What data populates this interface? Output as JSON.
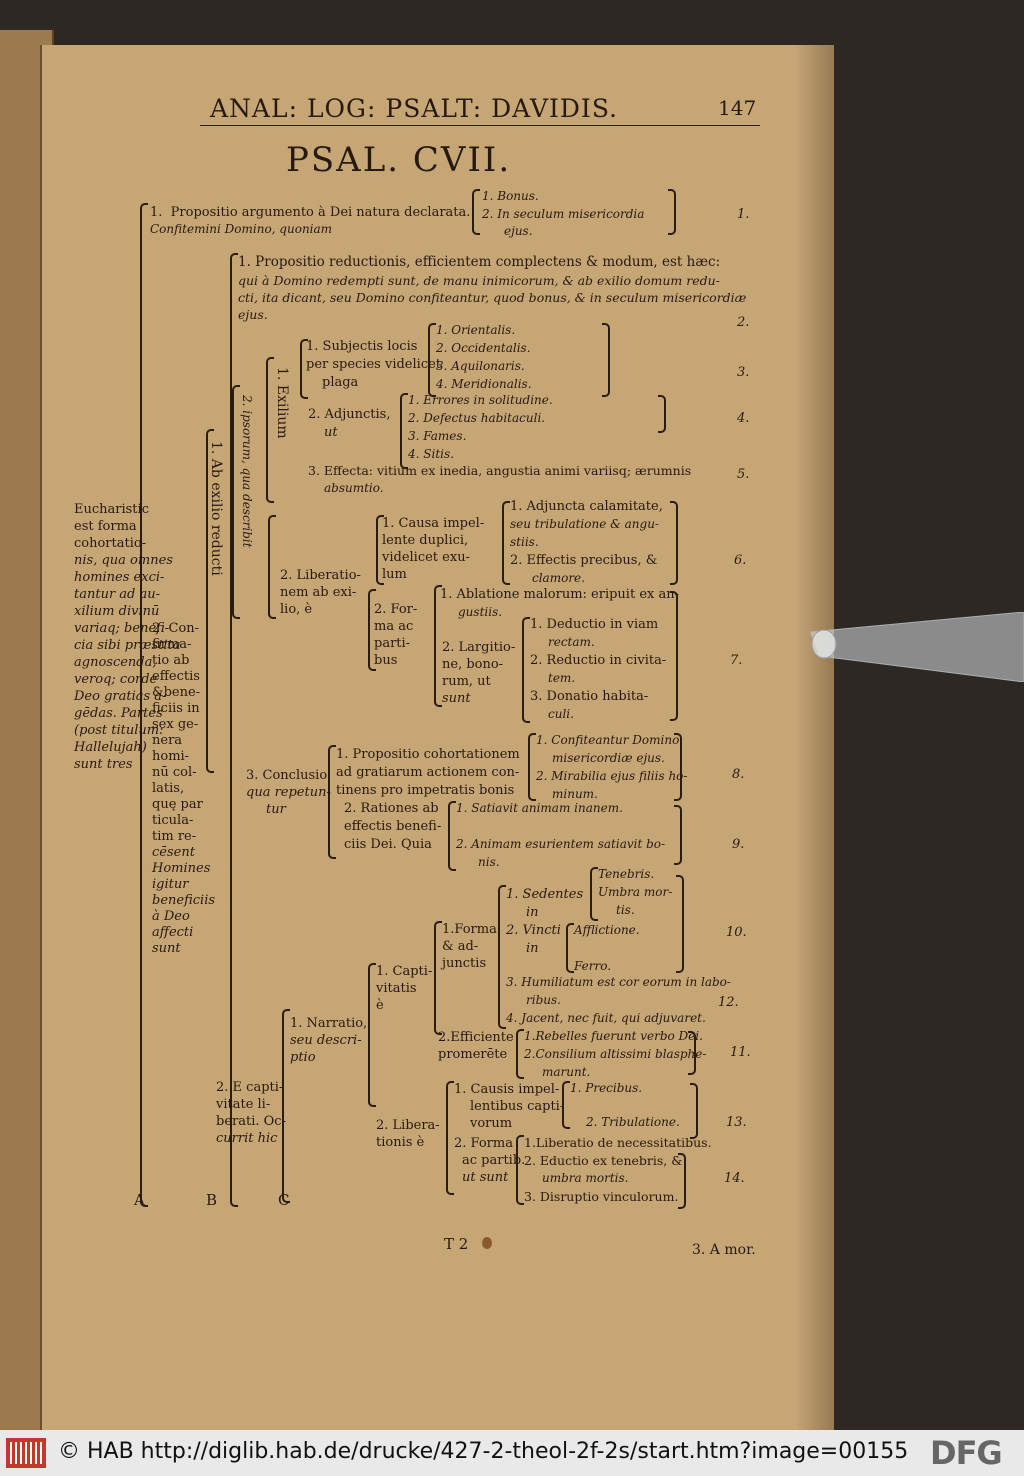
{
  "header": {
    "running_title": "ANAL: LOG: PSALT: DAVIDIS.",
    "page_number": "147",
    "psalm_title": "PSAL. CVII."
  },
  "section1": {
    "num": "1.",
    "text": "Propositio argumento à Dei natura declarata.",
    "sub": "Confitemini Domino, quoniam",
    "items": [
      "1.  Bonus.",
      "2.  In seculum misericordia",
      "ejus."
    ],
    "margin": "1."
  },
  "section2": {
    "line1": "1.  Propositio reductionis, efficientem complectens & modum, est hæc:",
    "line2": "qui à Domino redempti sunt, de manu inimicorum, & ab exilio domum redu-",
    "line3": "cti, ita dicant, seu Domino confiteantur, quod bonus, & in seculum misericordiæ",
    "line4": "ejus.",
    "margin": "2."
  },
  "vertical": {
    "ab_exilio": "1. Ab exilio reducti",
    "ipsorum": "2. ipsorum, qua describit",
    "exilium": "1. Exilium"
  },
  "subjectis": {
    "l1": "1.  Subjectis locis",
    "l2": "per species videlicet",
    "l3": "plaga",
    "items": [
      "1.  Orientalis.",
      "2.  Occidentalis.",
      "3.  Aquilonaris.",
      "4.  Meridionalis."
    ],
    "margin": "3."
  },
  "adjunctis": {
    "l1": "2.  Adjunctis,",
    "l2": "ut",
    "items": [
      "1.  Errores in solitudine.",
      "2.  Defectus habitaculi.",
      "3.  Fames.",
      "4.  Sitis."
    ],
    "margin": "4."
  },
  "effecta": {
    "l1": "3.  Effecta: vitium ex inedia, angustia animi variisq; ærumnis",
    "l2": "absumtio.",
    "margin": "5."
  },
  "eucharistic": {
    "lines": [
      "Eucharistic",
      "est forma",
      "cohortatio-",
      "nis, qua omnes",
      "homines exci-",
      "tantur ad au-",
      "xilium divinū",
      "variaq; benefi-",
      "cia sibi præstita",
      "agnoscenda,",
      "veroq; corde",
      "Deo gratias a-",
      "gēdas. Partes",
      "(post titulum:",
      "Hallelujah)",
      "sunt tres"
    ]
  },
  "confirmatio": {
    "lines": [
      "2. Con-",
      "firma-",
      "tio ab",
      "effectis",
      "&bene-",
      "ficiis in",
      "sex ge-",
      "nera",
      "homi-",
      "nū col-",
      "latis,",
      "quę par",
      "ticula-",
      "tim re-",
      "cēsent",
      "Homines",
      "igitur",
      "beneficiis",
      "à Deo",
      "affecti",
      "sunt"
    ]
  },
  "liberatio": {
    "lines": [
      "2.  Liberatio-",
      "nem ab exi-",
      "lio, è"
    ]
  },
  "causa": {
    "lines": [
      "1.  Causa impel-",
      "lente duplici,",
      "videlicet exu-",
      "lum"
    ],
    "a1": "1.  Adjuncta calamitate,",
    "a2": "seu tribulatione & angu-",
    "a3": "stiis.",
    "e1": "2.  Effectis precibus, &",
    "e2": "clamore.",
    "margin": "6."
  },
  "forma": {
    "lines": [
      "2. For-",
      "ma ac",
      "parti-",
      "bus"
    ],
    "ab1": "1.  Ablatione malorum: eripuit ex an-",
    "ab2": "gustiis.",
    "larg": [
      "2.  Largitio-",
      "ne, bono-",
      "rum, ut",
      "sunt"
    ],
    "d1": [
      "1.  Deductio in viam",
      "rectam."
    ],
    "d2": [
      "2.  Reductio in civita-",
      "tem."
    ],
    "d3": [
      "3.  Donatio habita-",
      "culi."
    ],
    "margin": "7."
  },
  "conclusio": {
    "lines": [
      "3.  Conclusio",
      "qua repetun-",
      "tur"
    ],
    "p1": "1.  Propositio cohortationem",
    "p2": "ad gratiarum actionem con-",
    "p3": "tinens pro impetratis bonis",
    "c1": "1.  Confiteantur Domino",
    "c2": "misericordiæ ejus.",
    "c3": "2.  Mirabilia ejus filiis ho-",
    "c4": "minum.",
    "margin": "8.",
    "r1": "2.  Rationes ab",
    "r2": "effectis benefi-",
    "r3": "ciis Dei. Quia",
    "s1": "1.  Satiavit animam inanem.",
    "s2": "2.  Animam esurientem satiavit bo-",
    "s3": "nis.",
    "margin2": "9."
  },
  "captivitate": {
    "lines": [
      "2.  E capti-",
      "vitate li-",
      "berati. Oc-",
      "currit hic"
    ],
    "narratio": [
      "1.  Narratio,",
      "seu descri-",
      "ptio"
    ],
    "capti": [
      "1. Capti-",
      "vitatis",
      "è"
    ],
    "formaadj": [
      "1.Forma",
      "& ad-",
      "junctis"
    ],
    "sed": [
      "1.  Sedentes",
      "in"
    ],
    "umbra": [
      "Tenebris.",
      "Umbra mor-",
      "tis."
    ],
    "vincti": [
      "2.  Vincti",
      "in"
    ],
    "aff": "Afflictione.",
    "ferro": "Ferro.",
    "margin10": "10.",
    "hum1": "3.  Humiliatum est cor eorum in labo-",
    "hum2": "ribus.",
    "margin12": "12.",
    "jac": "4.  Jacent, nec fuit, qui adjuvaret.",
    "eff": [
      "2.Efficiente",
      "promerēte"
    ],
    "reb1": "1.Rebelles fuerunt verbo Dei.",
    "reb2": "2.Consilium altissimi blasphe-",
    "reb3": "marunt.",
    "margin11": "11."
  },
  "liberationis": {
    "lines": [
      "2. Libera-",
      "tionis è"
    ],
    "causis": [
      "1.  Causis impel-",
      "lentibus capti-",
      "vorum"
    ],
    "prec": "1.  Precibus.",
    "trib": "2.  Tribulatione.",
    "margin13": "13.",
    "forma": [
      "2.  Forma",
      "ac partib.",
      "ut sunt"
    ],
    "lib1": "1.Liberatio de necessitatibus.",
    "lib2": "2. Eductio ex tenebris, &",
    "lib3": "umbra mortis.",
    "lib4": "3. Disruptio vinculorum.",
    "margin14": "14."
  },
  "bottom": {
    "letters": [
      "A",
      "B",
      "C"
    ],
    "signature": "T 2",
    "catchword": "3. A mor."
  },
  "footer": {
    "url": "© HAB http://diglib.hab.de/drucke/427-2-theol-2f-2s/start.htm?image=00155",
    "logo": "DFG"
  }
}
